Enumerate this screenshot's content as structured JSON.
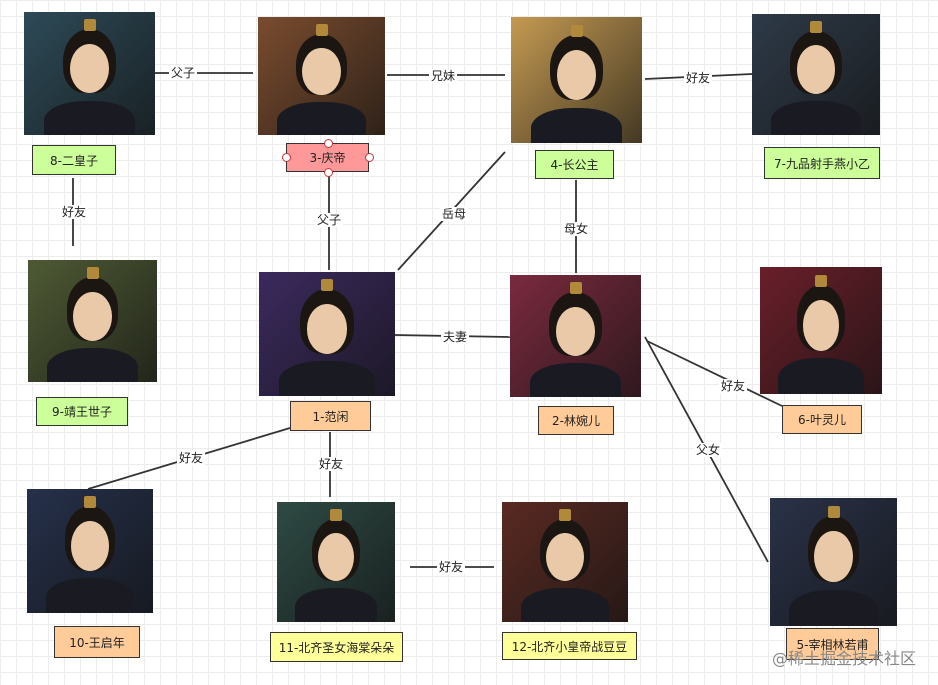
{
  "nodes": {
    "n8": {
      "label": "8-二皇子"
    },
    "n3": {
      "label": "3-庆帝"
    },
    "n4": {
      "label": "4-长公主"
    },
    "n7": {
      "label": "7-九品射手燕小乙"
    },
    "n9": {
      "label": "9-靖王世子"
    },
    "n1": {
      "label": "1-范闲"
    },
    "n2": {
      "label": "2-林婉儿"
    },
    "n6": {
      "label": "6-叶灵儿"
    },
    "n10": {
      "label": "10-王启年"
    },
    "n11": {
      "label": "11-北齐圣女海棠朵朵"
    },
    "n12": {
      "label": "12-北齐小皇帝战豆豆"
    },
    "n5": {
      "label": "5-宰相林若甫"
    }
  },
  "edges": [
    {
      "from": "n8",
      "to": "n3",
      "label": "父子"
    },
    {
      "from": "n3",
      "to": "n4",
      "label": "兄妹"
    },
    {
      "from": "n4",
      "to": "n7",
      "label": "好友"
    },
    {
      "from": "n8",
      "to": "n9",
      "label": "好友"
    },
    {
      "from": "n3",
      "to": "n1",
      "label": "父子"
    },
    {
      "from": "n4",
      "to": "n1",
      "label": "岳母"
    },
    {
      "from": "n4",
      "to": "n2",
      "label": "母女"
    },
    {
      "from": "n1",
      "to": "n2",
      "label": "夫妻"
    },
    {
      "from": "n2",
      "to": "n6",
      "label": "好友"
    },
    {
      "from": "n2",
      "to": "n5",
      "label": "父女"
    },
    {
      "from": "n1",
      "to": "n10",
      "label": "好友"
    },
    {
      "from": "n1",
      "to": "n11",
      "label": "好友"
    },
    {
      "from": "n11",
      "to": "n12",
      "label": "好友"
    }
  ],
  "photo_colors": {
    "n8": "#2d4a57",
    "n3": "#7a4c2e",
    "n4": "#c49a52",
    "n7": "#2e3a48",
    "n9": "#4e5a34",
    "n1": "#3b2a5e",
    "n2": "#7a2a3e",
    "n6": "#6a1f2a",
    "n10": "#25304a",
    "n11": "#2e4a44",
    "n12": "#5a2a22",
    "n5": "#2a3248"
  },
  "watermark": "@稀土掘金技术社区"
}
